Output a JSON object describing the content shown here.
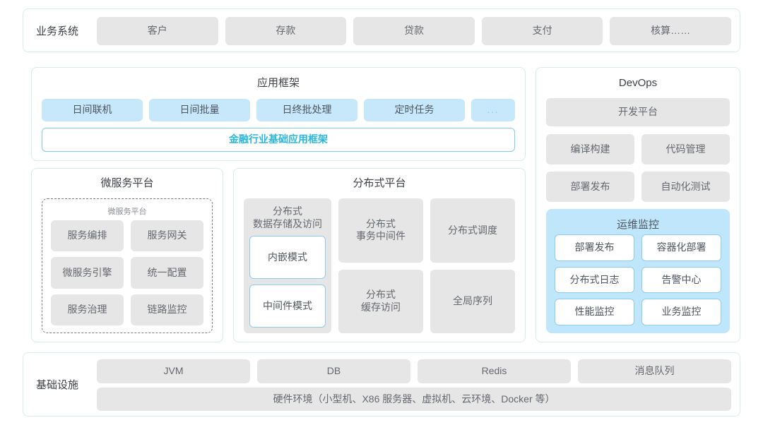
{
  "business_system": {
    "label": "业务系统",
    "items": [
      "客户",
      "存款",
      "贷款",
      "支付",
      "核算……"
    ]
  },
  "app_framework": {
    "title": "应用框架",
    "items": [
      "日间联机",
      "日间批量",
      "日终批处理",
      "定时任务"
    ],
    "more": "...",
    "base_label": "金融行业基础应用框架"
  },
  "micro_platform": {
    "title": "微服务平台",
    "inner_label": "微服务平台",
    "items": [
      "服务编排",
      "服务网关",
      "微服务引擎",
      "统一配置",
      "服务治理",
      "链路监控"
    ]
  },
  "dist_platform": {
    "title": "分布式平台",
    "storage": {
      "title": "分布式\n数据存储及访问",
      "title_line1": "分布式",
      "title_line2": "数据存储及访问",
      "modes": [
        "内嵌模式",
        "中间件模式"
      ]
    },
    "cells": [
      {
        "line1": "分布式",
        "line2": "事务中间件"
      },
      {
        "line1": "分布式调度",
        "line2": ""
      },
      {
        "line1": "分布式",
        "line2": "缓存访问"
      },
      {
        "line1": "全局序列",
        "line2": ""
      }
    ]
  },
  "devops": {
    "title": "DevOps",
    "platform": "开发平台",
    "items": [
      "编译构建",
      "代码管理",
      "部署发布",
      "自动化测试"
    ],
    "ops_monitor": {
      "title": "运维监控",
      "items": [
        "部署发布",
        "容器化部署",
        "分布式日志",
        "告警中心",
        "性能监控",
        "业务监控"
      ]
    }
  },
  "infrastructure": {
    "label": "基础设施",
    "items": [
      "JVM",
      "DB",
      "Redis",
      "消息队列"
    ],
    "hardware": "硬件环境（小型机、X86 服务器、虚拟机、云环境、Docker 等）"
  },
  "colors": {
    "panel_border": "#d8ecec",
    "chip_gray": "#e6e6e6",
    "chip_blue": "#c7e8fb",
    "accent": "#29b7e0",
    "ops_bg": "#bfe6fb"
  }
}
